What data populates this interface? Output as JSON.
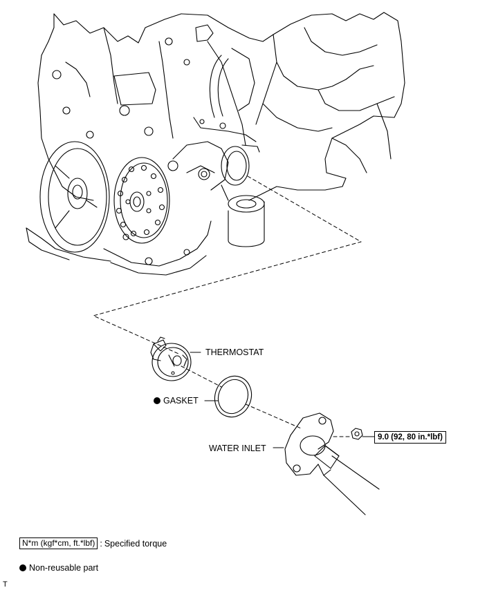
{
  "parts": {
    "thermostat": "THERMOSTAT",
    "gasket": "GASKET",
    "water_inlet": "WATER INLET"
  },
  "torque": {
    "water_inlet_nut": "9.0 (92, 80 in.*lbf)"
  },
  "legend": {
    "torque_units": "N*m (kgf*cm, ft.*lbf)",
    "torque_separator": ":",
    "torque_description": "Specified torque",
    "nonreusable_description": "Non-reusable part"
  },
  "corner_mark": "T",
  "colors": {
    "ink": "#000000",
    "paper": "#ffffff"
  },
  "icons": {
    "non_reusable": "filled-circle-icon"
  }
}
